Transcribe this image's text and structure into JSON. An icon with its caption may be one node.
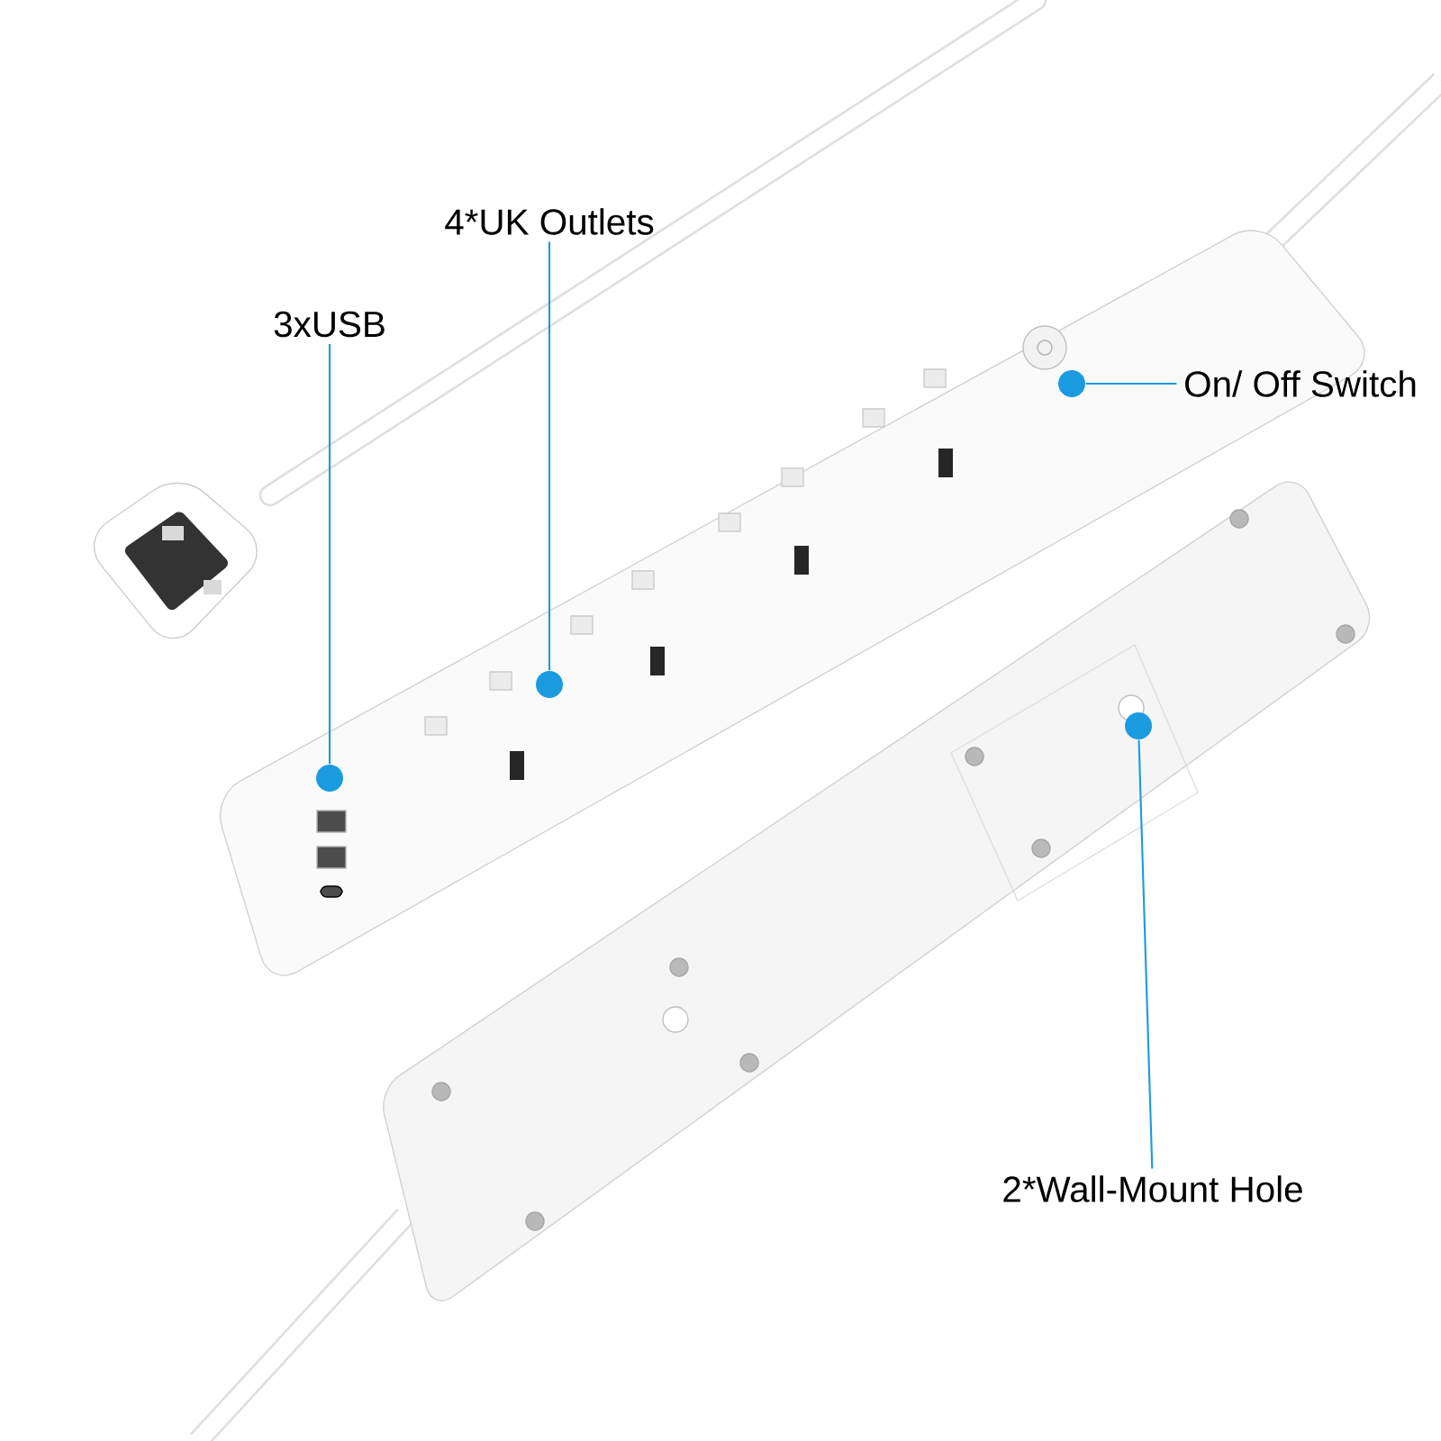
{
  "diagram": {
    "nodes": [
      {
        "text": [
          "3xUSB"
        ]
      },
      {
        "text": [
          "4*UK Outlets"
        ]
      },
      {
        "text": [
          "On/ Off Switch"
        ]
      },
      {
        "text": [
          "2*Wall-Mount Hole"
        ]
      },
      {
        "text": [],
        "shape": "circle"
      },
      {
        "text": [],
        "shape": "circle"
      },
      {
        "text": [],
        "shape": "circle"
      },
      {
        "text": [],
        "shape": "circle"
      }
    ],
    "edges": [
      {
        "from": 0,
        "to": 4,
        "arrow": "none"
      },
      {
        "from": 1,
        "to": 5,
        "arrow": "none"
      },
      {
        "from": 2,
        "to": 6,
        "arrow": "none"
      },
      {
        "from": 3,
        "to": 7,
        "arrow": "none"
      }
    ]
  }
}
